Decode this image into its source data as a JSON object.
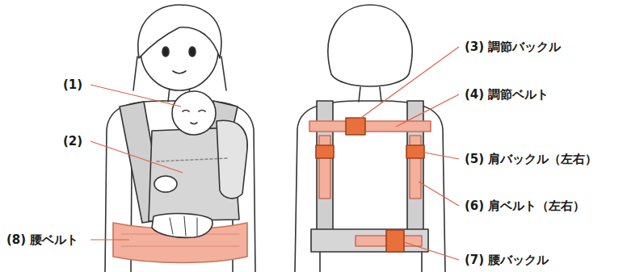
{
  "diagram": {
    "labels": [
      "(1)",
      "(2)",
      "(3) 調節バックル",
      "(4) 調節ベルト",
      "(5) 肩バックル（左右）",
      "(6) 肩ベルト（左右）",
      "(7) 腰バックル",
      "(8) 腰ベルト"
    ]
  }
}
